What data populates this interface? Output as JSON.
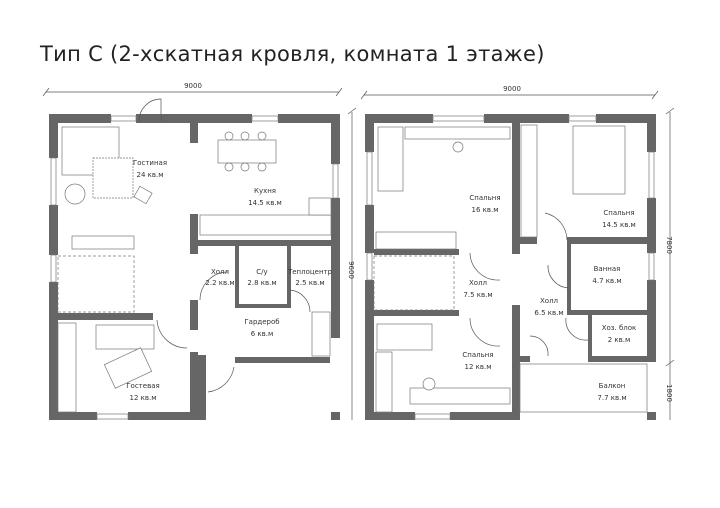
{
  "title": "Тип С (2-хскатная кровля, комната 1 этаже)",
  "floor1": {
    "dim_width": "9000",
    "dim_height": "9600",
    "rooms": [
      {
        "name": "Гостиная",
        "area": "24 кв.м"
      },
      {
        "name": "Кухня",
        "area": "14.5 кв.м"
      },
      {
        "name": "Холл",
        "area": "2.2 кв.м"
      },
      {
        "name": "С/у",
        "area": "2.8 кв.м"
      },
      {
        "name": "Теплоцентр",
        "area": "2.5 кв.м"
      },
      {
        "name": "Гардероб",
        "area": "6 кв.м"
      },
      {
        "name": "Гостевая",
        "area": "12 кв.м"
      }
    ]
  },
  "floor2": {
    "dim_width": "9000",
    "dim_height": "7800",
    "dim_balcony": "1800",
    "rooms": [
      {
        "name": "Спальня",
        "area": "16 кв.м"
      },
      {
        "name": "Спальня",
        "area": "14.5 кв.м"
      },
      {
        "name": "Ванная",
        "area": "4.7 кв.м"
      },
      {
        "name": "Холл",
        "area": "7.5 кв.м"
      },
      {
        "name": "Холл",
        "area": "6.5 кв.м"
      },
      {
        "name": "Хоз. блок",
        "area": "2 кв.м"
      },
      {
        "name": "Спальня",
        "area": "12 кв.м"
      },
      {
        "name": "Балкон",
        "area": "7.7 кв.м"
      }
    ]
  },
  "colors": {
    "wall": "#666666",
    "background": "#ffffff"
  }
}
